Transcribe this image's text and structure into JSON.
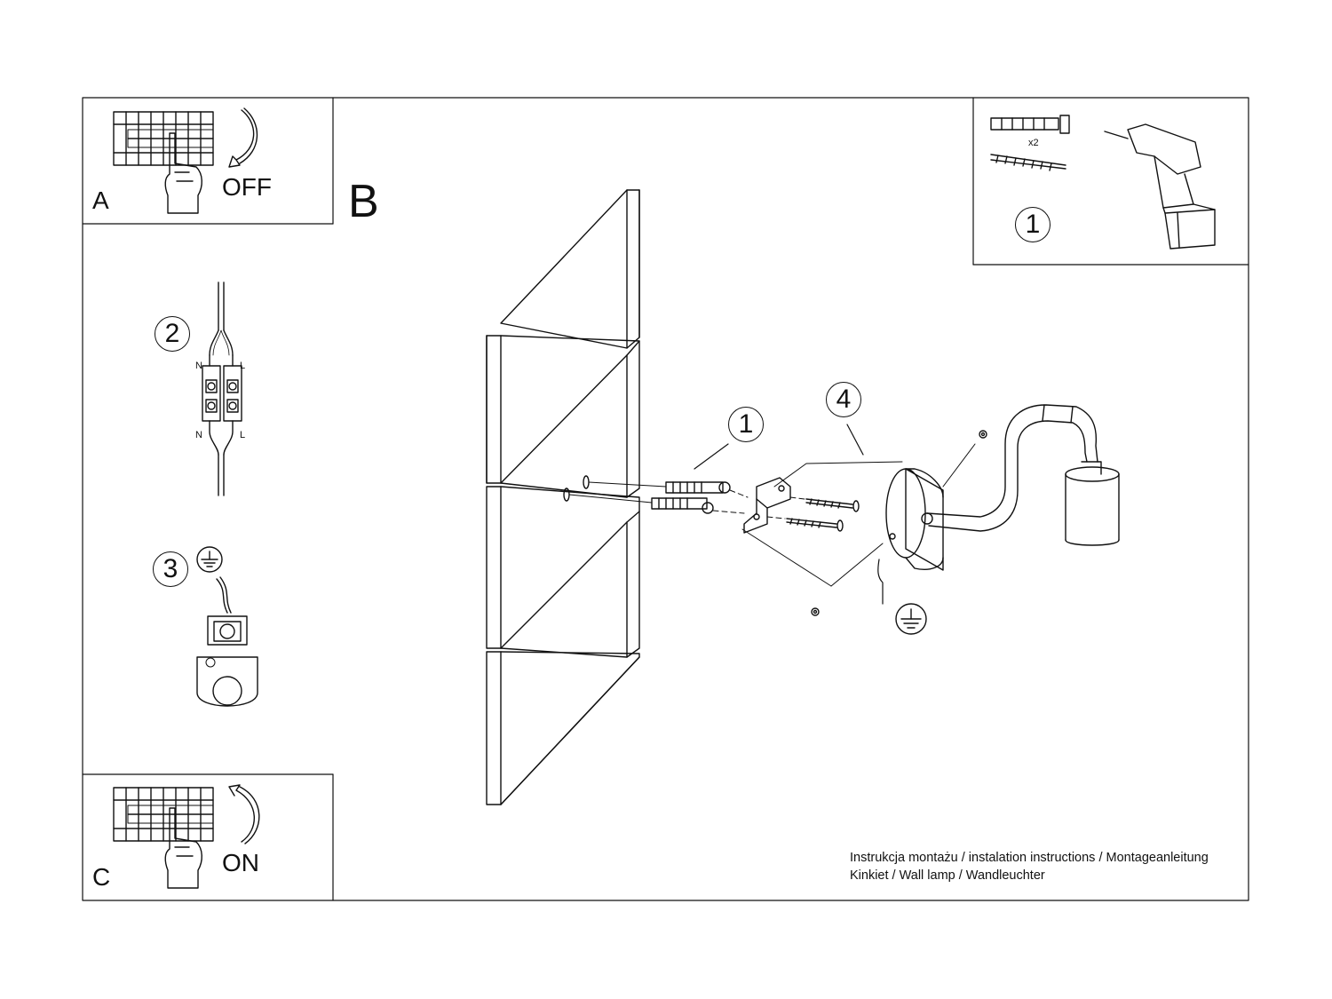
{
  "panels": {
    "a": {
      "letter": "A",
      "action": "OFF"
    },
    "b": {
      "letter": "B"
    },
    "c": {
      "letter": "C",
      "action": "ON"
    }
  },
  "steps": {
    "tools_num": "1",
    "tools_qty": "x2",
    "wiring_num": "2",
    "wiring_n_top": "N",
    "wiring_l_top": "L",
    "wiring_n_bottom": "N",
    "wiring_l_bottom": "L",
    "ground_num": "3",
    "callout_anchor": "1",
    "callout_lamp": "4"
  },
  "caption": {
    "line1": "Instrukcja montażu / instalation instructions / Montageanleitung",
    "line2": "Kinkiet / Wall lamp / Wandleuchter"
  },
  "icons": [
    "hand-switch-icon",
    "arrow-down-icon",
    "arrow-up-icon",
    "drill-icon",
    "wall-plug-icon",
    "screw-icon",
    "ground-symbol-icon",
    "terminal-block-icon"
  ]
}
